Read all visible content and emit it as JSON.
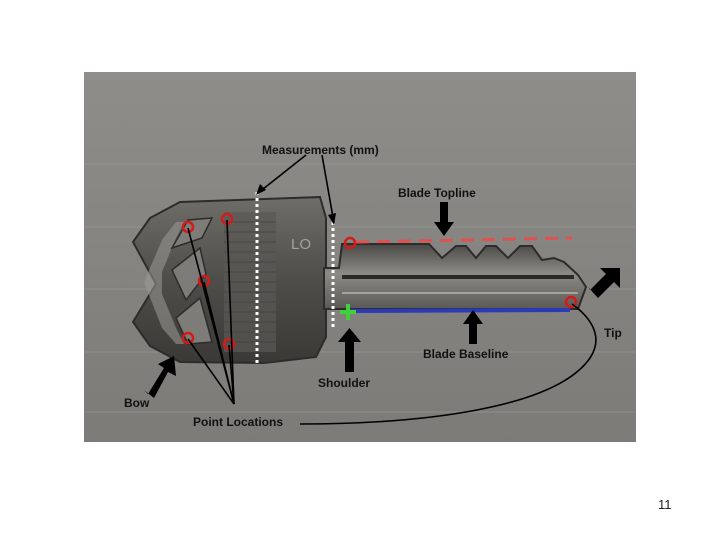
{
  "slide": {
    "page_number": "11"
  },
  "labels": {
    "measurements": "Measurements (mm)",
    "blade_topline": "Blade Topline",
    "tip": "Tip",
    "blade_baseline": "Blade Baseline",
    "shoulder": "Shoulder",
    "bow": "Bow",
    "point_locations": "Point Locations"
  },
  "key": {
    "stamp": "LO"
  },
  "colors": {
    "background": "#8a8a86",
    "topline": "#e0524f",
    "baseline": "#2c3ab8",
    "shoulder_marker": "#3fd13b",
    "point_marker": "#d41a1a",
    "arrow": "#000000"
  }
}
